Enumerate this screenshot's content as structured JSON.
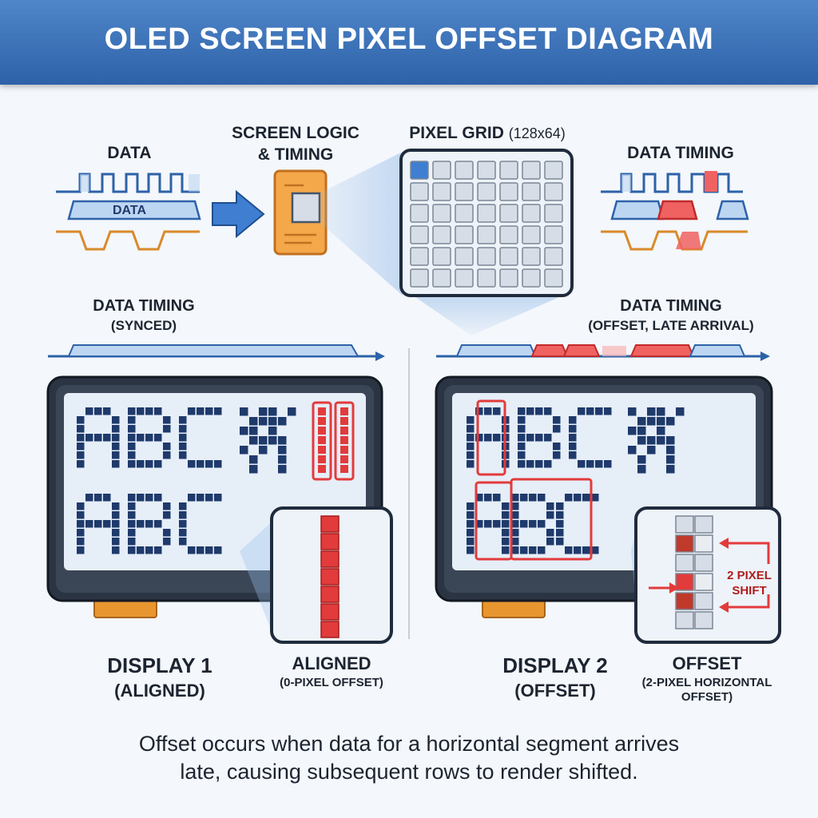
{
  "title": "OLED SCREEN PIXEL OFFSET DIAGRAM",
  "top": {
    "data_label": "DATA",
    "data_bus_label": "DATA",
    "logic_label_1": "SCREEN LOGIC",
    "logic_label_2": "& TIMING",
    "grid_label": "PIXEL GRID",
    "grid_size": "(128x64)",
    "data_timing_label": "DATA TIMING"
  },
  "left_panel": {
    "timing_label": "DATA TIMING",
    "timing_sub": "(SYNCED)",
    "display_title": "DISPLAY 1",
    "display_sub": "(ALIGNED)",
    "status_title": "ALIGNED",
    "status_sub": "(0-PIXEL OFFSET)"
  },
  "right_panel": {
    "timing_label": "DATA TIMING",
    "timing_sub": "(OFFSET, LATE ARRIVAL)",
    "display_title": "DISPLAY 2",
    "display_sub": "(OFFSET)",
    "status_title": "OFFSET",
    "status_sub_1": "(2-PIXEL HORIZONTAL",
    "status_sub_2": "OFFSET)",
    "shift_label_1": "2 PIXEL",
    "shift_label_2": "SHIFT"
  },
  "caption_line1": "Offset occurs when data for a horizontal segment arrives",
  "caption_line2": "late, causing subsequent rows to render shifted.",
  "colors": {
    "accent_blue": "#2d62a8",
    "pixel_navy": "#1f3a6b",
    "alert_red": "#e23b3b",
    "logic_orange": "#f5a84a",
    "connector_gold": "#e8962f"
  }
}
